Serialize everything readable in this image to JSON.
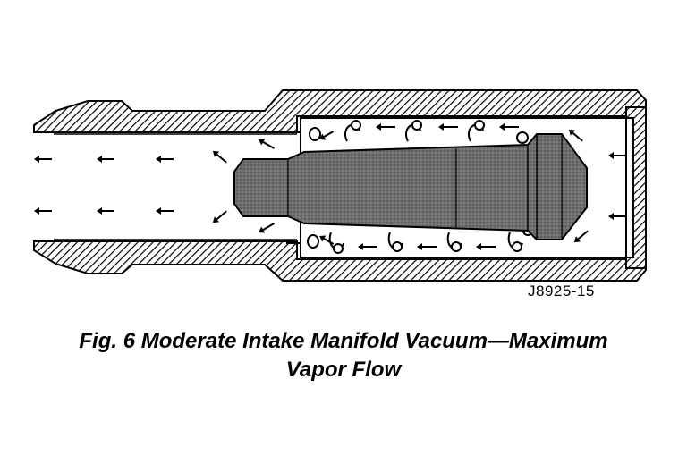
{
  "figure": {
    "drawing_code": "J8925-15",
    "caption_line1": "Fig. 6 Moderate Intake Manifold Vacuum—Maximum",
    "caption_line2": "Vapor Flow"
  },
  "colors": {
    "ink": "#000000",
    "plunger_fill": "#6f6f6f",
    "background": "#ffffff"
  },
  "icons": [
    "flow-arrow-icon"
  ]
}
